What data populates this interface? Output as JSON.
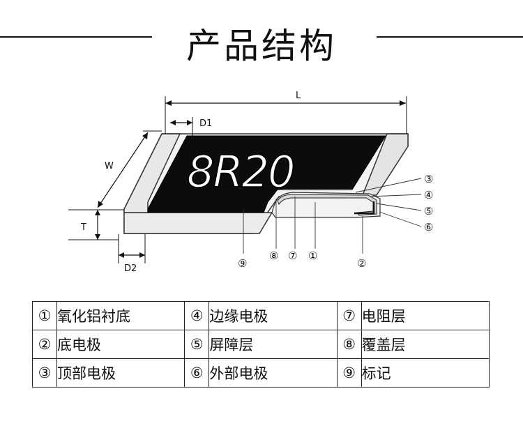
{
  "title": "产品结构",
  "diagram": {
    "marking": "8R20",
    "dimensions": {
      "L": "L",
      "W": "W",
      "T": "T",
      "D1": "D1",
      "D2": "D2"
    },
    "callouts": [
      "③",
      "④",
      "⑤",
      "⑥",
      "⑨",
      "⑧",
      "⑦",
      "①",
      "②"
    ]
  },
  "legend": {
    "rows": [
      [
        {
          "num": "①",
          "label": "氧化铝衬底"
        },
        {
          "num": "④",
          "label": "边缘电极"
        },
        {
          "num": "⑦",
          "label": "电阻层"
        }
      ],
      [
        {
          "num": "②",
          "label": "底电极"
        },
        {
          "num": "⑤",
          "label": "屏障层"
        },
        {
          "num": "⑧",
          "label": "覆盖层"
        }
      ],
      [
        {
          "num": "③",
          "label": "顶部电极"
        },
        {
          "num": "⑥",
          "label": "外部电极"
        },
        {
          "num": "⑨",
          "label": "标记"
        }
      ]
    ]
  }
}
